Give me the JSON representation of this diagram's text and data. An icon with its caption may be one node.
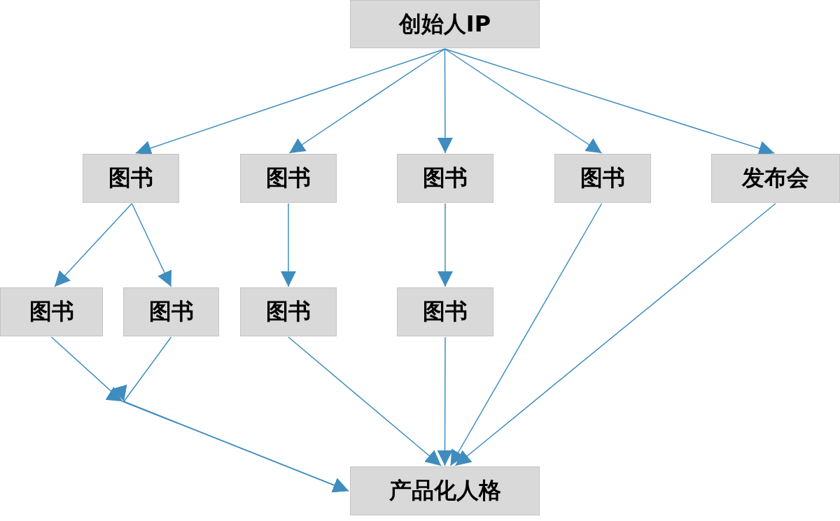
{
  "diagram": {
    "nodes": [
      {
        "text": [
          "创始人IP"
        ]
      },
      {
        "text": [
          "图书"
        ]
      },
      {
        "text": [
          "图书"
        ]
      },
      {
        "text": [
          "图书"
        ]
      },
      {
        "text": [
          "图书"
        ]
      },
      {
        "text": [
          "发布会"
        ]
      },
      {
        "text": [
          "图书"
        ]
      },
      {
        "text": [
          "图书"
        ]
      },
      {
        "text": [
          "图书"
        ]
      },
      {
        "text": [
          "图书"
        ]
      },
      {
        "text": [
          "产品化人格"
        ]
      }
    ],
    "edges": [
      {
        "from": 0,
        "to": 1,
        "arrow": "to"
      },
      {
        "from": 0,
        "to": 2,
        "arrow": "to"
      },
      {
        "from": 0,
        "to": 3,
        "arrow": "to"
      },
      {
        "from": 0,
        "to": 4,
        "arrow": "to"
      },
      {
        "from": 0,
        "to": 5,
        "arrow": "to"
      },
      {
        "from": 1,
        "to": 6,
        "arrow": "to"
      },
      {
        "from": 1,
        "to": 7,
        "arrow": "to"
      },
      {
        "from": 2,
        "to": 8,
        "arrow": "to"
      },
      {
        "from": 3,
        "to": 9,
        "arrow": "to"
      },
      {
        "from": 6,
        "to": 10,
        "arrow": "to"
      },
      {
        "from": 7,
        "to": 10,
        "arrow": "to"
      },
      {
        "from": 8,
        "to": 10,
        "arrow": "to"
      },
      {
        "from": 9,
        "to": 10,
        "arrow": "to"
      },
      {
        "from": 4,
        "to": 10,
        "arrow": "to"
      },
      {
        "from": 5,
        "to": 10,
        "arrow": "to"
      }
    ]
  }
}
